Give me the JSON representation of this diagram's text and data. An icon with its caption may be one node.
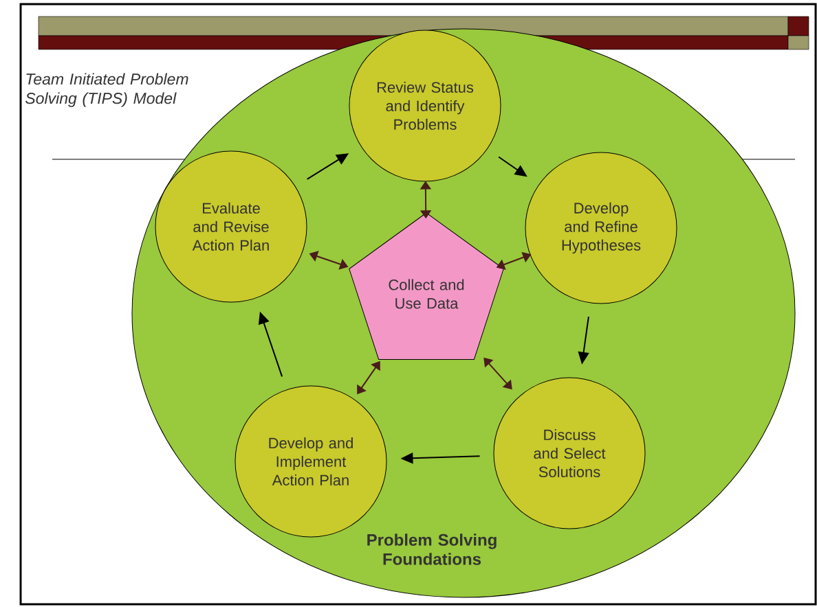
{
  "diagram": {
    "title": "Team Initiated Problem Solving (TIPS) Model",
    "nodes": [
      {
        "text": [
          "Problem Solving Foundations"
        ]
      },
      {
        "text": [
          "Review Status and Identify Problems"
        ],
        "in": 0
      },
      {
        "text": [
          "Develop and Refine Hypotheses"
        ],
        "in": 0
      },
      {
        "text": [
          "Discuss and Select Solutions"
        ],
        "in": 0
      },
      {
        "text": [
          "Develop and Implement Action Plan"
        ],
        "in": 0
      },
      {
        "text": [
          "Evaluate and Revise Action Plan"
        ],
        "in": 0
      },
      {
        "text": [
          "Collect and Use Data"
        ],
        "in": 0
      }
    ],
    "edges": [
      {
        "from": 1,
        "to": 2,
        "arrow": "to"
      },
      {
        "from": 2,
        "to": 3,
        "arrow": "to"
      },
      {
        "from": 3,
        "to": 4,
        "arrow": "to"
      },
      {
        "from": 4,
        "to": 5,
        "arrow": "to"
      },
      {
        "from": 5,
        "to": 1,
        "arrow": "to"
      },
      {
        "from": 6,
        "to": 1,
        "arrow": "both",
        "color": "#4a1c1c"
      },
      {
        "from": 6,
        "to": 2,
        "arrow": "both",
        "color": "#4a1c1c"
      },
      {
        "from": 6,
        "to": 3,
        "arrow": "both",
        "color": "#4a1c1c"
      },
      {
        "from": 6,
        "to": 4,
        "arrow": "both",
        "color": "#4a1c1c"
      },
      {
        "from": 6,
        "to": 5,
        "arrow": "both",
        "color": "#4a1c1c"
      }
    ]
  }
}
